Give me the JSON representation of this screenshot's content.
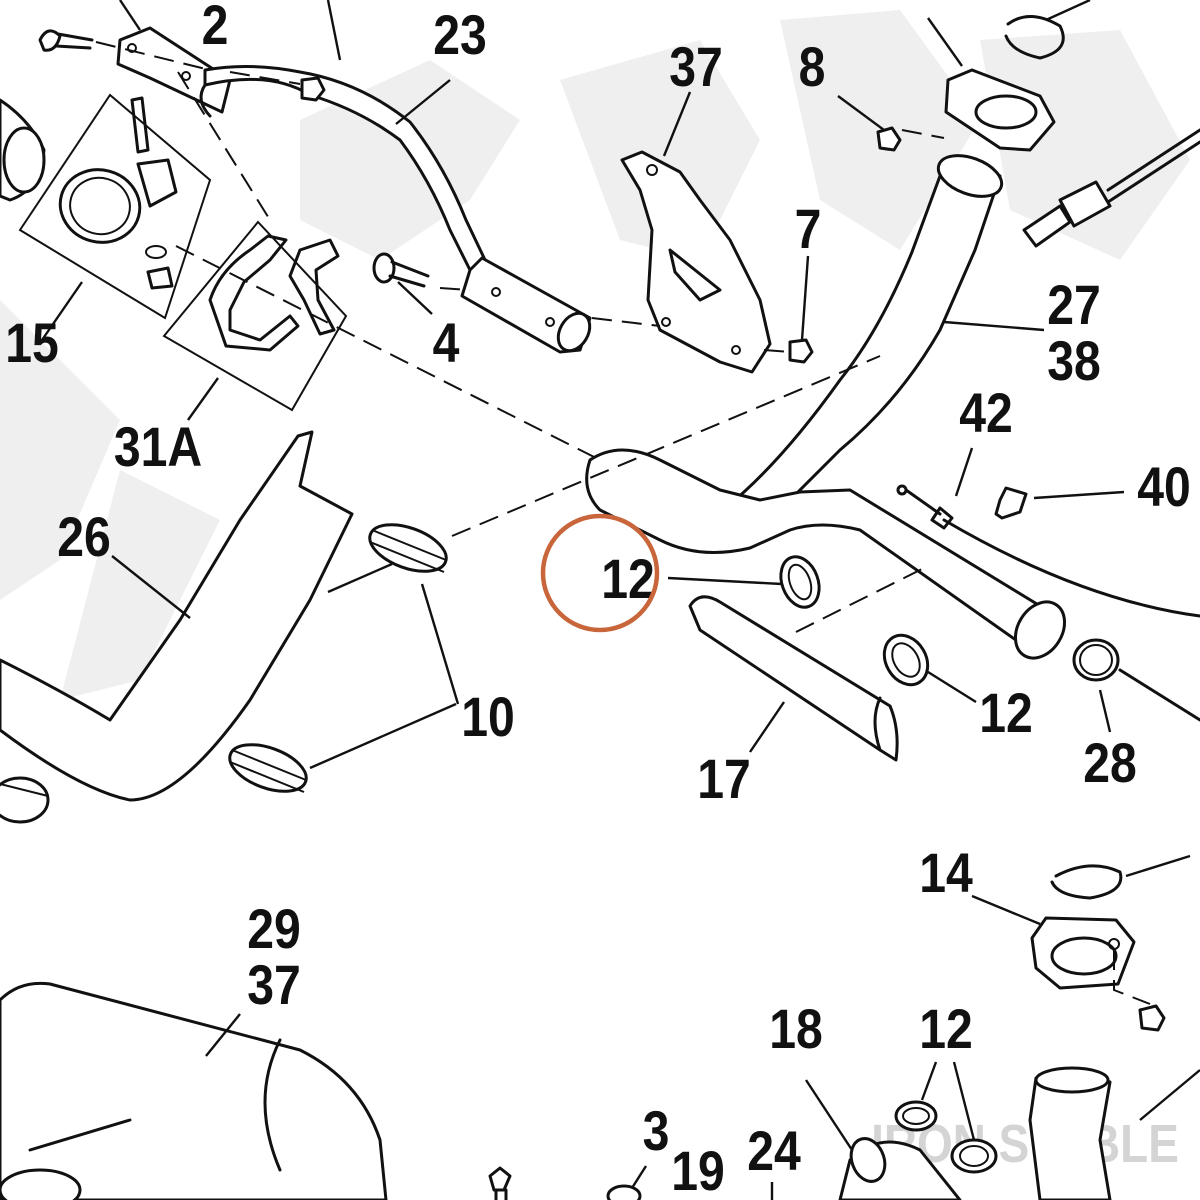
{
  "diagram": {
    "highlight_color": "#C8653A",
    "line_color": "#111111",
    "watermark": "IRON STABLE",
    "callouts": [
      {
        "id": "c2",
        "label": "2"
      },
      {
        "id": "c23",
        "label": "23"
      },
      {
        "id": "c37a",
        "label": "37"
      },
      {
        "id": "c8",
        "label": "8"
      },
      {
        "id": "c7",
        "label": "7"
      },
      {
        "id": "c15",
        "label": "15"
      },
      {
        "id": "c4",
        "label": "4"
      },
      {
        "id": "c31a",
        "label": "31A"
      },
      {
        "id": "c27",
        "label": "27"
      },
      {
        "id": "c38",
        "label": "38"
      },
      {
        "id": "c42",
        "label": "42"
      },
      {
        "id": "c40",
        "label": "40"
      },
      {
        "id": "c26",
        "label": "26"
      },
      {
        "id": "c12a",
        "label": "12"
      },
      {
        "id": "c10",
        "label": "10"
      },
      {
        "id": "c12b",
        "label": "12"
      },
      {
        "id": "c28",
        "label": "28"
      },
      {
        "id": "c17",
        "label": "17"
      },
      {
        "id": "c14",
        "label": "14"
      },
      {
        "id": "c29",
        "label": "29"
      },
      {
        "id": "c37b",
        "label": "37"
      },
      {
        "id": "c18",
        "label": "18"
      },
      {
        "id": "c12c",
        "label": "12"
      },
      {
        "id": "c3",
        "label": "3"
      },
      {
        "id": "c19",
        "label": "19"
      },
      {
        "id": "c24",
        "label": "24"
      }
    ],
    "highlighted_callout": "c12a"
  }
}
